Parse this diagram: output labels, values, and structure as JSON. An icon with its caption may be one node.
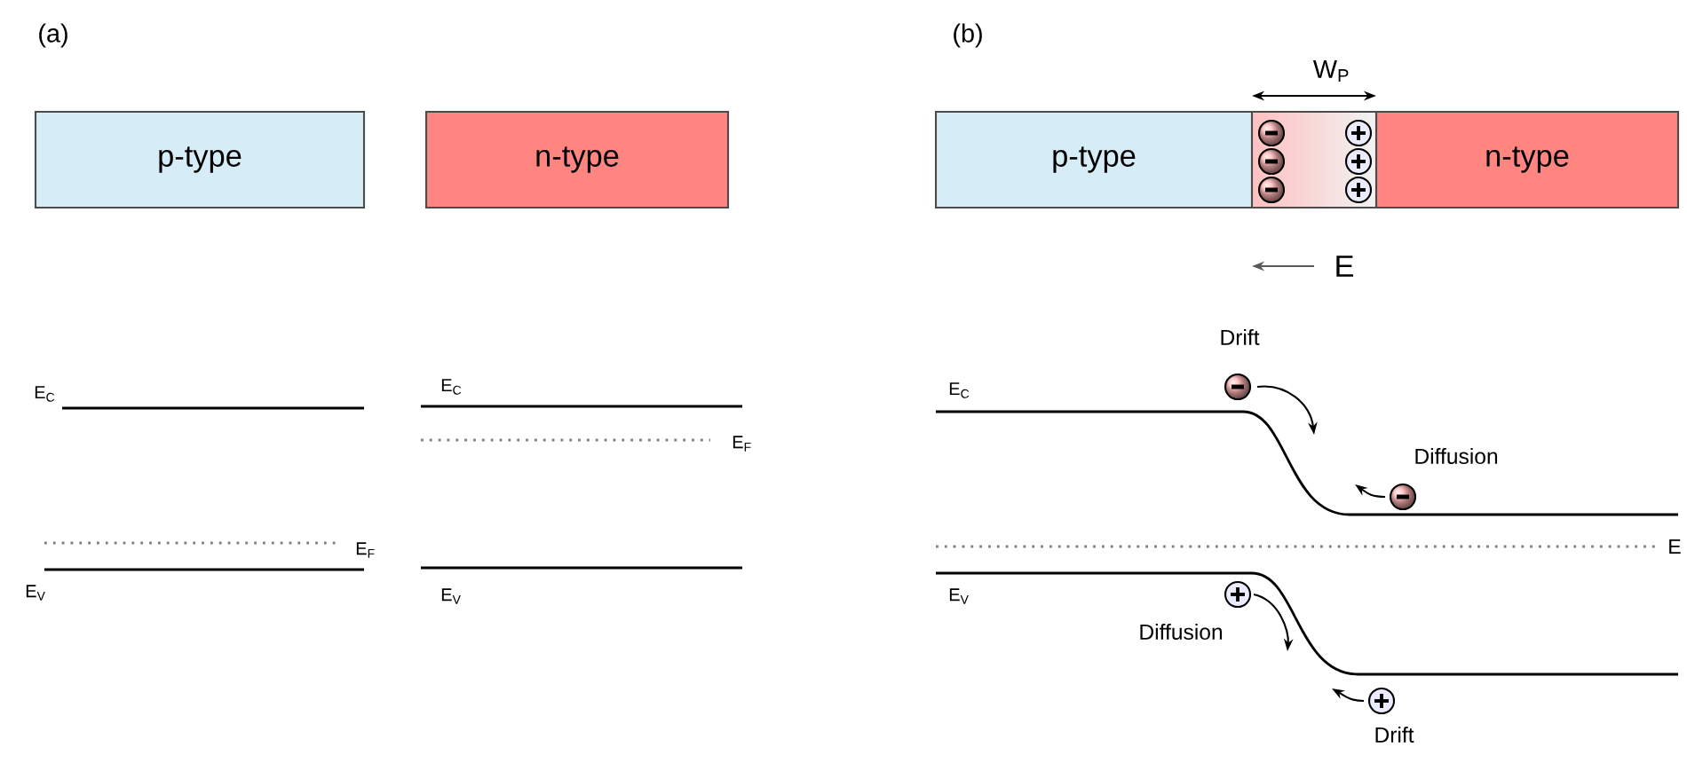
{
  "diagram": {
    "nodes": [
      {
        "text": [
          "p-type"
        ]
      },
      {
        "text": [
          "n-type"
        ]
      },
      {
        "text": [
          "p-type"
        ]
      },
      {
        "text": [],
        "shape": "box"
      },
      {
        "text": [
          "n-type"
        ]
      }
    ],
    "labels": [
      "(a)",
      "(b)",
      "W$_{P}$",
      "E",
      "E$_{C}$",
      "E$_{F}$",
      "E$_{V}$",
      "E$_{C}$",
      "E$_{F}$",
      "E$_{V}$",
      "E$_{C}$",
      "E",
      "E$_{V}$",
      "Drift",
      "Diffusion",
      "Diffusion",
      "Drift"
    ]
  }
}
